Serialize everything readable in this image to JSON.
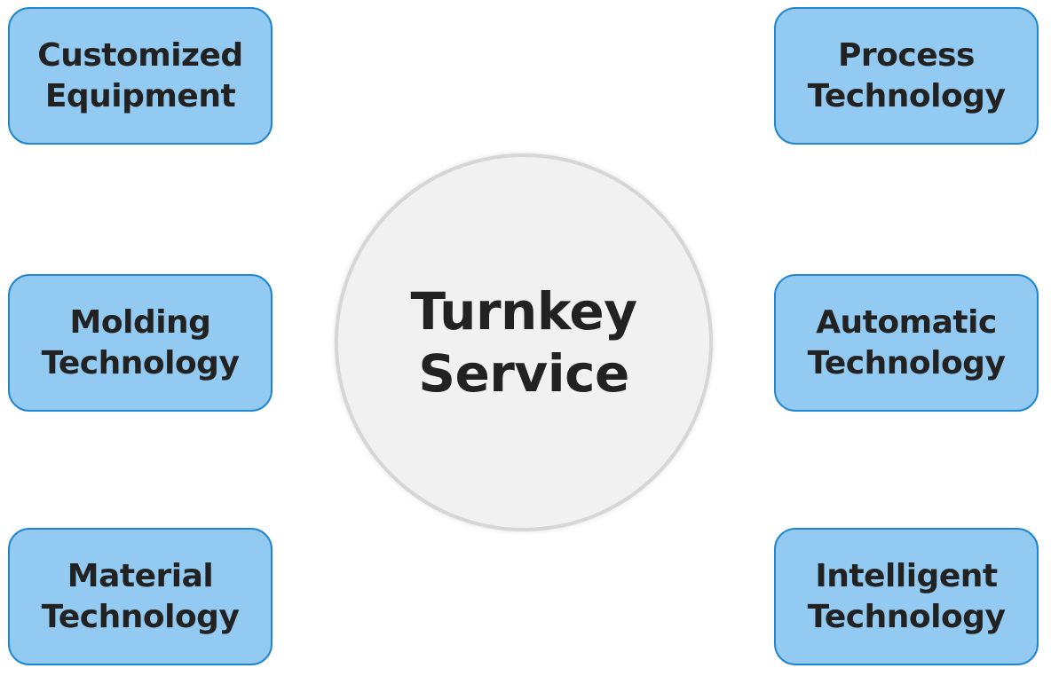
{
  "center": {
    "line1": "Turnkey",
    "line2": "Service"
  },
  "nodes": {
    "customized_equipment": {
      "line1": "Customized",
      "line2": "Equipment"
    },
    "molding_technology": {
      "line1": "Molding",
      "line2": "Technology"
    },
    "material_technology": {
      "line1": "Material",
      "line2": "Technology"
    },
    "process_technology": {
      "line1": "Process",
      "line2": "Technology"
    },
    "automatic_technology": {
      "line1": "Automatic",
      "line2": "Technology"
    },
    "intelligent_technology": {
      "line1": "Intelligent",
      "line2": "Technology"
    }
  },
  "colors": {
    "box_fill": "#92caf1",
    "box_border": "#1f86cf",
    "circle_fill": "#f1f1f1",
    "circle_border": "#d6d6d6",
    "text": "#222222"
  }
}
